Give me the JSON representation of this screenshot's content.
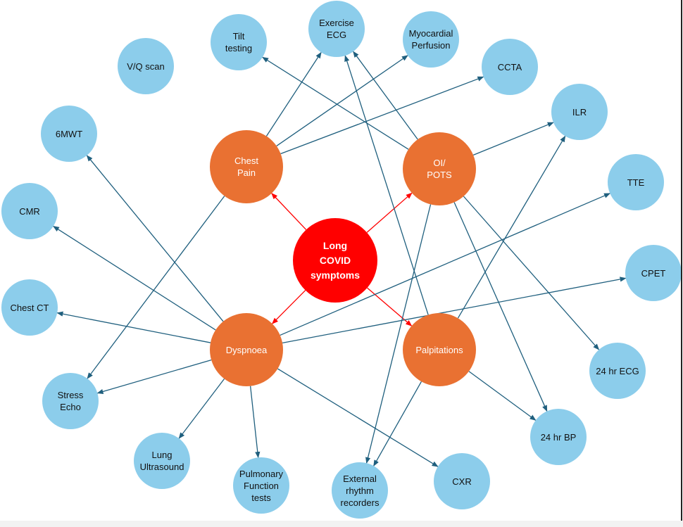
{
  "colors": {
    "root": "#ff0000",
    "symptom": "#e97132",
    "test": "#8ccdeb",
    "edge": "#1f5f7e",
    "root_edge": "#ff0000"
  },
  "root": {
    "id": "root",
    "label": "Long COVID symptoms",
    "lines": [
      "Long",
      "COVID",
      "symptoms"
    ]
  },
  "symptoms": [
    {
      "id": "chest_pain",
      "lines": [
        "Chest",
        "Pain"
      ]
    },
    {
      "id": "oi_pots",
      "lines": [
        "OI/",
        "POTS"
      ]
    },
    {
      "id": "dyspnoea",
      "lines": [
        "Dyspnoea"
      ]
    },
    {
      "id": "palpitations",
      "lines": [
        "Palpitations"
      ]
    }
  ],
  "tests": [
    {
      "id": "tilt",
      "lines": [
        "Tilt",
        "testing"
      ]
    },
    {
      "id": "ex_ecg",
      "lines": [
        "Exercise",
        "ECG"
      ]
    },
    {
      "id": "myo",
      "lines": [
        "Myocardial",
        "Perfusion"
      ]
    },
    {
      "id": "vq",
      "lines": [
        "V/Q scan"
      ]
    },
    {
      "id": "ccta",
      "lines": [
        "CCTA"
      ]
    },
    {
      "id": "ilr",
      "lines": [
        "ILR"
      ]
    },
    {
      "id": "mwt",
      "lines": [
        "6MWT"
      ]
    },
    {
      "id": "tte",
      "lines": [
        "TTE"
      ]
    },
    {
      "id": "cmr",
      "lines": [
        "CMR"
      ]
    },
    {
      "id": "cpet",
      "lines": [
        "CPET"
      ]
    },
    {
      "id": "chest_ct",
      "lines": [
        "Chest CT"
      ]
    },
    {
      "id": "ecg24",
      "lines": [
        "24 hr ECG"
      ]
    },
    {
      "id": "stress_echo",
      "lines": [
        "Stress",
        "Echo"
      ]
    },
    {
      "id": "bp24",
      "lines": [
        "24 hr BP"
      ]
    },
    {
      "id": "lung_us",
      "lines": [
        "Lung",
        "Ultrasound"
      ]
    },
    {
      "id": "pft",
      "lines": [
        "Pulmonary",
        "Function",
        "tests"
      ]
    },
    {
      "id": "ext_rec",
      "lines": [
        "External",
        "rhythm",
        "recorders"
      ]
    },
    {
      "id": "cxr",
      "lines": [
        "CXR"
      ]
    }
  ],
  "edges": [
    [
      "root",
      "chest_pain"
    ],
    [
      "root",
      "oi_pots"
    ],
    [
      "root",
      "dyspnoea"
    ],
    [
      "root",
      "palpitations"
    ],
    [
      "chest_pain",
      "ex_ecg"
    ],
    [
      "chest_pain",
      "myo"
    ],
    [
      "chest_pain",
      "ccta"
    ],
    [
      "chest_pain",
      "stress_echo"
    ],
    [
      "oi_pots",
      "tilt"
    ],
    [
      "oi_pots",
      "ex_ecg"
    ],
    [
      "oi_pots",
      "ilr"
    ],
    [
      "oi_pots",
      "ecg24"
    ],
    [
      "oi_pots",
      "bp24"
    ],
    [
      "oi_pots",
      "ext_rec"
    ],
    [
      "dyspnoea",
      "mwt"
    ],
    [
      "dyspnoea",
      "cmr"
    ],
    [
      "dyspnoea",
      "chest_ct"
    ],
    [
      "dyspnoea",
      "stress_echo"
    ],
    [
      "dyspnoea",
      "lung_us"
    ],
    [
      "dyspnoea",
      "pft"
    ],
    [
      "dyspnoea",
      "cxr"
    ],
    [
      "dyspnoea",
      "tte"
    ],
    [
      "dyspnoea",
      "cpet"
    ],
    [
      "palpitations",
      "ex_ecg"
    ],
    [
      "palpitations",
      "ilr"
    ],
    [
      "palpitations",
      "bp24"
    ],
    [
      "palpitations",
      "ext_rec"
    ]
  ]
}
